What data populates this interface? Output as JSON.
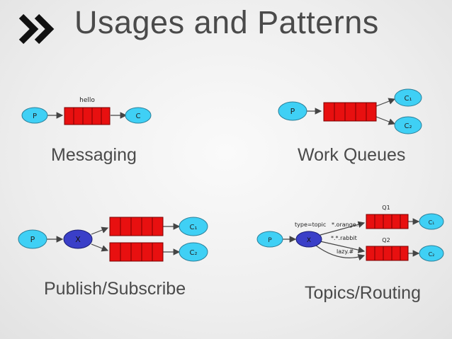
{
  "slide": {
    "title": "Usages and Patterns",
    "bullet_icon": "double-chevron-right-icon"
  },
  "colors": {
    "title_text": "#4a4a4a",
    "producer_fill": "#3fd0f5",
    "consumer_fill": "#3fd0f5",
    "exchange_fill": "#3a3fc8",
    "queue_fill": "#e81010",
    "queue_stroke": "#7a0000",
    "edge": "#555555"
  },
  "diagrams": {
    "messaging": {
      "caption": "Messaging",
      "producer": "P",
      "queue_label": "hello",
      "consumer": "C"
    },
    "work_queues": {
      "caption": "Work Queues",
      "producer": "P",
      "consumer_1": "C₁",
      "consumer_2": "C₂"
    },
    "publish_subscribe": {
      "caption": "Publish/Subscribe",
      "producer": "P",
      "exchange": "X",
      "consumer_1": "C₁",
      "consumer_2": "C₂"
    },
    "topics_routing": {
      "caption": "Topics/Routing",
      "producer": "P",
      "exchange": "X",
      "exchange_type": "type=topic",
      "queue_1": "Q1",
      "queue_2": "Q2",
      "binding_1": "*.orange.*",
      "binding_2": "*.*.rabbit",
      "binding_3": "lazy.#",
      "consumer_1": "C₁",
      "consumer_2": "C₂"
    }
  }
}
